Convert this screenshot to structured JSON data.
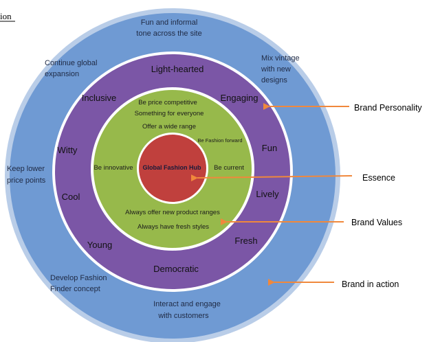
{
  "title_fragment": "ion",
  "colors": {
    "outer_ring": "#6f9ad3",
    "outer_border": "#b9cde8",
    "purple_ring": "#7b56a6",
    "green_ring": "#97b94b",
    "core": "#c0403d",
    "arrow": "#f0883c"
  },
  "outer_ring": {
    "top": [
      "Fun and informal",
      "tone across the site"
    ],
    "top_left": [
      "Continue global",
      "expansion"
    ],
    "top_right": [
      "Mix vintage",
      "with new",
      "designs"
    ],
    "left": [
      "Keep lower",
      "price points"
    ],
    "bottom_left": [
      "Develop Fashion",
      "Finder concept"
    ],
    "bottom": [
      "Interact and engage",
      "with customers"
    ]
  },
  "personality_ring": {
    "light_hearted": "Light-hearted",
    "inclusive": "Inclusive",
    "engaging": "Engaging",
    "witty": "Witty",
    "fun": "Fun",
    "cool": "Cool",
    "lively": "Lively",
    "young": "Young",
    "fresh": "Fresh",
    "democratic": "Democratic"
  },
  "values_ring": {
    "price": "Be price competitive",
    "something": "Something for everyone",
    "range": "Offer a wide range",
    "fashion_forward": "Be Fashion forward",
    "innovative": "Be innovative",
    "current": "Be current",
    "new_ranges": "Always offer new product ranges",
    "fresh_styles": "Always have fresh styles"
  },
  "core": {
    "label": "Global Fashion Hub"
  },
  "callouts": {
    "personality": "Brand Personality",
    "essence": "Essence",
    "values": "Brand Values",
    "action": "Brand in action"
  }
}
